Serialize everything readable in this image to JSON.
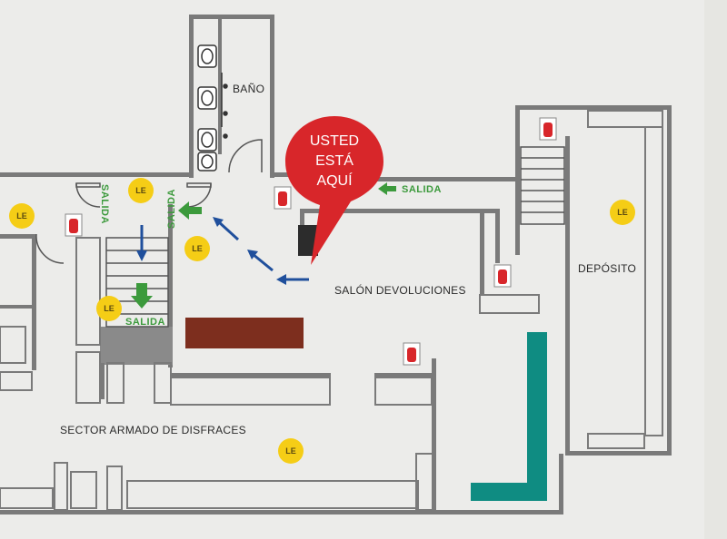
{
  "colors": {
    "wall": "#7a7a7a",
    "floor": "#ececea",
    "exit_green": "#3c9a3c",
    "route_blue": "#1f4f9c",
    "marker_red": "#d8262a",
    "le_yellow": "#f5cd16",
    "counter_brown": "#7d2e1e",
    "counter_teal": "#0f8c82"
  },
  "marker": {
    "line1": "USTED",
    "line2": "ESTÁ",
    "line3": "AQUÍ"
  },
  "rooms": {
    "bano": "BAÑO",
    "deposito": "DEPÓSITO",
    "salon": "SALÓN DEVOLUCIONES",
    "sector": "SECTOR ARMADO DE DISFRACES"
  },
  "exits": {
    "salida_right": "SALIDA",
    "salida_door_left": "SALIDA",
    "salida_door_right": "SALIDA",
    "salida_stairs": "SALIDA"
  },
  "emergency_light_label": "LE",
  "icons": [
    "fire-extinguisher-icon",
    "emergency-light-icon",
    "exit-arrow-icon",
    "route-arrow-icon",
    "toilet-icon",
    "staircase-icon"
  ]
}
